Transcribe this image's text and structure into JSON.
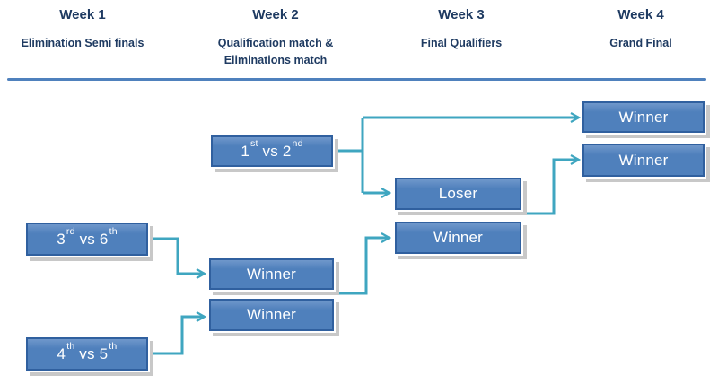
{
  "colors": {
    "header_text": "#1f3b62",
    "rule": "#4f81bd",
    "box_fill": "#4f80bc",
    "box_fill_top": "#6f97cb",
    "box_border": "#30609f",
    "box_text": "#ffffff",
    "connector": "#3fa6c0",
    "shadow": "#c8c8c8",
    "background": "#ffffff"
  },
  "header": {
    "columns": [
      {
        "week": "Week 1",
        "sub": "Elimination Semi finals"
      },
      {
        "week": "Week 2",
        "sub": "Qualification match & Eliminations match"
      },
      {
        "week": "Week 3",
        "sub": "Final Qualifiers"
      },
      {
        "week": "Week 4",
        "sub": "Grand Final"
      }
    ]
  },
  "bracket": {
    "match_1v2": {
      "a": "1",
      "a_sup": "st",
      "vs": " vs ",
      "b": "2",
      "b_sup": "nd"
    },
    "match_3v6": {
      "a": "3",
      "a_sup": "rd",
      "vs": " vs ",
      "b": "6",
      "b_sup": "th"
    },
    "match_4v5": {
      "a": "4",
      "a_sup": "th",
      "vs": " vs ",
      "b": "5",
      "b_sup": "th"
    },
    "week2_winner_top": "Winner",
    "week2_winner_bottom": "Winner",
    "week3_loser": "Loser",
    "week3_winner": "Winner",
    "week4_winner_top": "Winner",
    "week4_winner_bottom": "Winner"
  }
}
